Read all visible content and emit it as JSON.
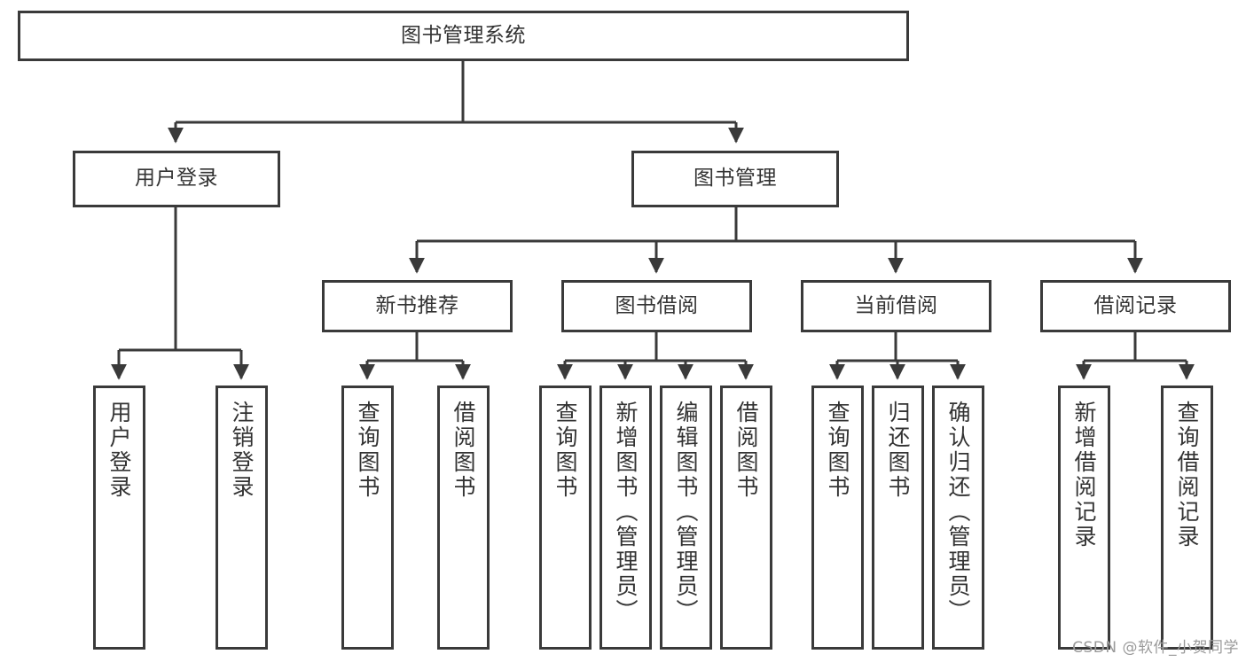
{
  "diagram": {
    "title": "图书管理系统",
    "root": {
      "label": "图书管理系统"
    },
    "branches": [
      {
        "label": "用户登录"
      },
      {
        "label": "图书管理"
      }
    ],
    "sub_branches": [
      {
        "label": "新书推荐"
      },
      {
        "label": "图书借阅"
      },
      {
        "label": "当前借阅"
      },
      {
        "label": "借阅记录"
      }
    ],
    "leaves": {
      "user_login": [
        {
          "label": "用户登录"
        },
        {
          "label": "注销登录"
        }
      ],
      "new_book_recommend": [
        {
          "label": "查询图书"
        },
        {
          "label": "借阅图书"
        }
      ],
      "book_borrow": [
        {
          "label": "查询图书"
        },
        {
          "label": "新增图书（管理员）"
        },
        {
          "label": "编辑图书（管理员）"
        },
        {
          "label": "借阅图书"
        }
      ],
      "current_borrow": [
        {
          "label": "查询图书"
        },
        {
          "label": "归还图书"
        },
        {
          "label": "确认归还（管理员）"
        }
      ],
      "borrow_record": [
        {
          "label": "新增借阅记录"
        },
        {
          "label": "查询借阅记录"
        }
      ]
    }
  },
  "watermark": {
    "text": "CSDN @软件_小贺同学"
  },
  "colors": {
    "stroke": "#3a3a3a",
    "text": "#333333",
    "background": "#ffffff",
    "watermark": "#9a9a9a"
  }
}
